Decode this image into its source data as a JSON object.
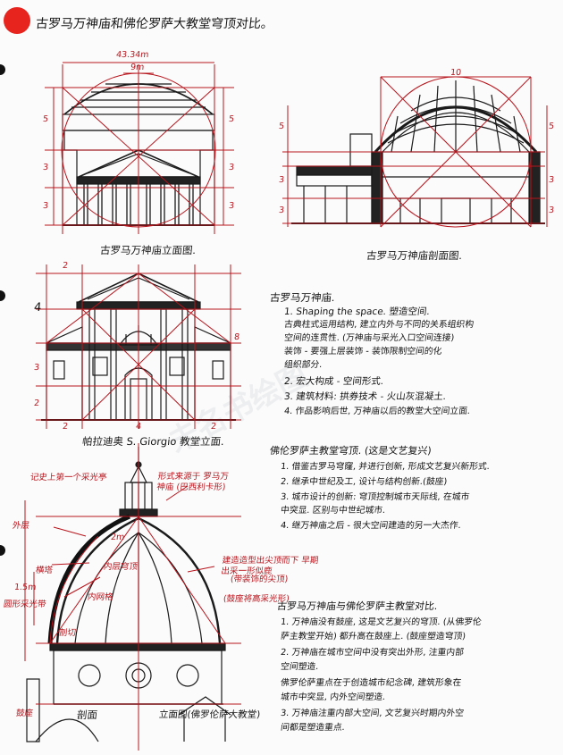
{
  "title": "古罗马万神庙和佛伦罗萨大教堂穹顶对比。",
  "drawings": {
    "pantheon_elev": {
      "caption": "古罗马万神庙立面图.",
      "dims": {
        "total_width": "43.34m",
        "oculus": "9m",
        "h1": "5",
        "h2": "3",
        "h3": "3"
      }
    },
    "pantheon_sec": {
      "caption": "古罗马万神庙剖面图.",
      "dims": {
        "top": "10",
        "h1": "5",
        "h2": "3",
        "h3": "3"
      }
    },
    "san_giorgio": {
      "caption": "帕拉迪奥 S. Giorgio 教堂立面.",
      "dims": {
        "top": "2",
        "left": "4",
        "mid": "3",
        "bot": "2",
        "right": "8",
        "w1": "2",
        "w2": "4",
        "w3": "2"
      }
    },
    "florence": {
      "dims": {
        "d1": "1.5m",
        "d2": "2m"
      },
      "labels": {
        "l1": "记史上第一个采光亭",
        "l2": "形式来源于 罗马万神庙 (巴西利卡形)",
        "l3": "外层",
        "l4": "内层穹顶",
        "l5": "内网格",
        "l6": "圆形采光带",
        "l7": "横塔",
        "l8": "鼓座",
        "l9": "剖切",
        "l10": "(带装饰的尖顶)",
        "l11": "建造造型出尖顶而下 早期出采一形似鹿",
        "l12": "(鼓座将高采光形)"
      },
      "caption_section": "剖面",
      "caption_elev": "立面图(佛罗伦萨大教堂)"
    }
  },
  "notes": {
    "pantheon": {
      "heading": "古罗马万神庙.",
      "lines": [
        "1. Shaping the space. 塑造空间.",
        "   古典柱式运用结构, 建立内外与不同的关系组织构",
        "   空间的连贯性. (万神庙与采光入口空间连接)",
        "   装饰 - 要强上层装饰 - 装饰限制空间的化",
        "   组织部分.",
        "2. 宏大构成 - 空间形式.",
        "3. 建筑材料: 拱券技术 - 火山灰混凝土.",
        "4. 作品影响后世, 万神庙以后的教堂大空间立面."
      ]
    },
    "florence": {
      "heading": "佛伦罗萨主教堂穹顶. (这是文艺复兴)",
      "lines": [
        "1. 借鉴古罗马穹窿, 并进行创新, 形成文艺复兴新形式.",
        "2. 继承中世纪及工, 设计与结构创新.(鼓座)",
        "3. 城市设计的创新: 穹顶控制城市天际线, 在城市",
        "   中突显.                  区别与中世纪城市.",
        "4. 继万神庙之后 - 很大空间建造的另一大杰作."
      ]
    },
    "compare": {
      "heading": "古罗马万神庙与佛伦罗萨主教堂对比.",
      "lines": [
        "1. 万神庙没有鼓座, 这是文艺复兴的穹顶. (从佛罗伦",
        "   萨主教堂开始) 都升高在鼓座上. (鼓座塑造穹顶)",
        "2. 万神庙在城市空间中没有突出外形, 注重内部",
        "   空间塑造.",
        "   佛罗伦萨重点在于创造城市纪念碑, 建筑形象在",
        "   城市中突显, 内外空间塑造.",
        "3. 万神庙注重内部大空间, 文艺复兴时期内外空",
        "   间都是塑造重点."
      ]
    }
  },
  "watermark": "未名书绘图"
}
